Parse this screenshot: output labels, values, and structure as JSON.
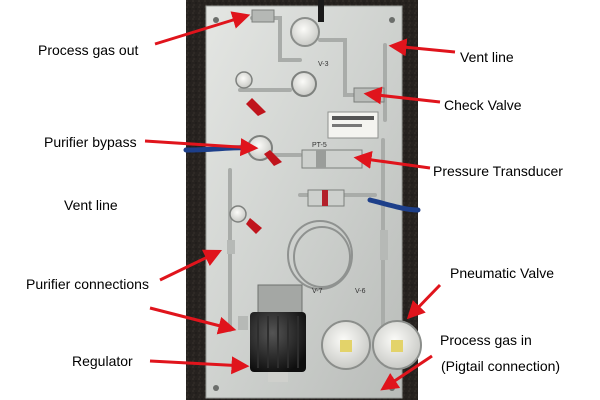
{
  "labels": {
    "process_gas_out": "Process gas out",
    "vent_line_right": "Vent line",
    "check_valve": "Check Valve",
    "purifier_bypass": "Purifier bypass",
    "pressure_transducer": "Pressure Transducer",
    "vent_line_left": "Vent line",
    "pneumatic_valve": "Pneumatic Valve",
    "purifier_connections": "Purifier connections",
    "process_gas_in": "Process gas in",
    "pigtail_connection": "(Pigtail connection)",
    "regulator": "Regulator"
  },
  "panel_marks": {
    "valve_v3": "V-3",
    "pt_label": "PT-5",
    "valve_v7": "V-7",
    "valve_v6": "V-6"
  },
  "colors": {
    "arrow": "#e0141c",
    "panel": "#d9dbd8",
    "carpet_left": "#23201e",
    "carpet_right": "#2a2522",
    "background": "#ffffff"
  }
}
